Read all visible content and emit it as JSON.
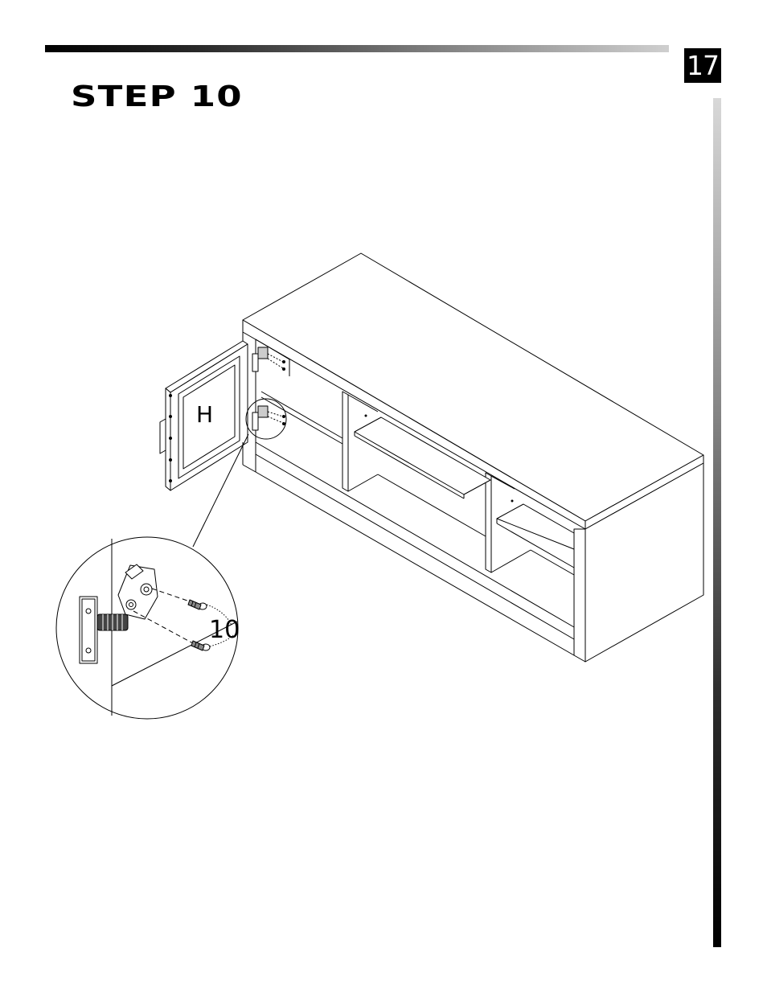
{
  "page_number": "17",
  "step_title": "STEP 10",
  "part_label": "H",
  "hardware_label": "10"
}
